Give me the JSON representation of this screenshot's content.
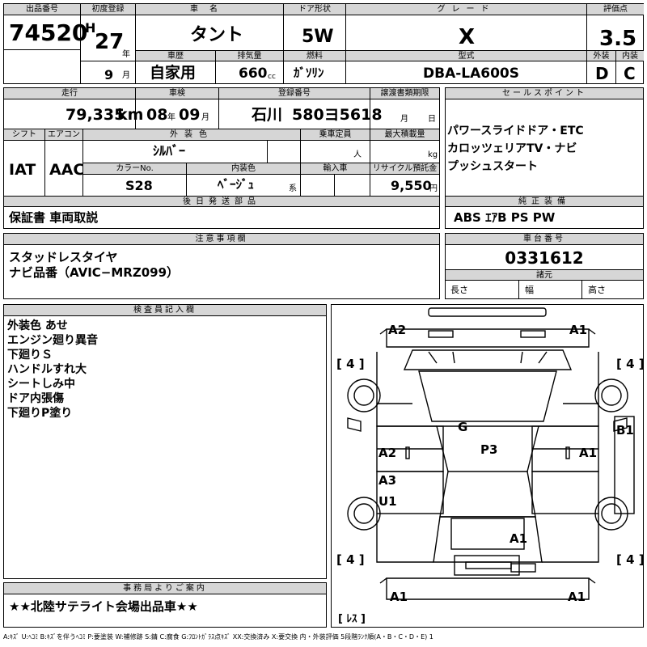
{
  "listing": {
    "lot_number_label": "出品番号",
    "lot_number": "74520",
    "first_reg_label": "初度登録",
    "era": "H",
    "first_reg_year": "27",
    "year_unit": "年",
    "first_reg_month": "9",
    "month_unit": "月",
    "car_name_label": "車名",
    "car_name": "タント",
    "history_label": "車歴",
    "history": "自家用",
    "displacement_label": "排気量",
    "displacement": "660",
    "displacement_unit": "cc",
    "door_label": "ドア形状",
    "door": "5W",
    "fuel_label": "燃料",
    "fuel": "ｶﾞｿﾘﾝ",
    "grade_label": "グレード",
    "grade": "X",
    "model_label": "型式",
    "model": "DBA-LA600S",
    "score_label": "評価点",
    "score": "3.5",
    "exterior_label": "外装",
    "exterior": "D",
    "interior_label": "内装",
    "interior": "C"
  },
  "row2": {
    "mileage_label": "走行",
    "mileage": "79,335",
    "mileage_unit": "km",
    "inspection_label": "車検",
    "inspection_year": "08",
    "inspection_month": "09",
    "inspection_year_unit": "年",
    "inspection_month_unit": "月",
    "plate_label": "登録番号",
    "plate_region": "石川",
    "plate_number": "580ヨ5618",
    "transfer_label": "譲渡書類期限",
    "transfer_month_unit": "月",
    "transfer_day_unit": "日",
    "shift_label": "シフト",
    "shift": "IAT",
    "ac_label": "エアコン",
    "ac": "AAC",
    "ext_color_label": "外装色",
    "ext_color": "ｼﾙﾊﾞｰ",
    "capacity_label": "乗車定員",
    "capacity_unit": "人",
    "max_load_label": "最大積載量",
    "max_load_unit": "kg",
    "color_no_label": "カラーNo.",
    "color_no": "S28",
    "int_color_label": "内装色",
    "int_color": "ﾍﾞｰｼﾞｭ",
    "int_color_suffix": "系",
    "import_label": "輸入車",
    "recycle_label": "リサイクル預託金",
    "recycle": "9,550",
    "recycle_unit": "円"
  },
  "sales_points": {
    "label": "セールスポイント",
    "lines": [
      "パワースライドドア・ETC",
      "カロッツェリアTV・ナビ",
      "プッシュスタート"
    ]
  },
  "shipped_parts": {
    "label": "後日発送部品",
    "text": "保証書 車両取説"
  },
  "equipment": {
    "label": "純正装備",
    "text": "ABS ｴｱB PS PW"
  },
  "notes": {
    "label": "注意事項欄",
    "lines": [
      "スタッドレスタイヤ",
      "ナビ品番（AVIC−MRZ099）"
    ]
  },
  "chassis": {
    "label": "車台番号",
    "number": "0331612",
    "dims_label": "諸元",
    "length_label": "長さ",
    "width_label": "幅",
    "height_label": "高さ"
  },
  "inspector": {
    "label": "検査員記入欄",
    "lines": [
      "外装色 あせ",
      "エンジン廻り異音",
      "下廻りＳ",
      "ハンドルすれ大",
      "シートしみ中",
      "ドア内張傷",
      "下廻りP塗り"
    ]
  },
  "office": {
    "label": "事務局よりご案内",
    "text": "★★北陸サテライト会場出品車★★"
  },
  "diagram": {
    "marks": {
      "top_left": "A2",
      "top_right": "A1",
      "mid_g": "G",
      "left_door": "A2",
      "center": "P3",
      "right_door": "A1",
      "right_edge": "B1",
      "left_rear_a": "A3",
      "left_rear_u": "U1",
      "rear_center": "A1",
      "bottom_left": "A1",
      "bottom_right": "A1"
    },
    "tire_tl": "[ 4 ]",
    "tire_tr": "[ 4 ]",
    "tire_bl": "[ 4 ]",
    "tire_br": "[ 4 ]",
    "spare": "[ ﾚｽ ]"
  },
  "legend": "A:ｷｽﾞ U:ﾍｺﾐ B:ｷｽﾞを伴うﾍｺﾐ P:要塗装 W:補修跡 S:錆 C:腐食 G:ﾌﾛﾝﾄｶﾞﾗｽ点ｷｽﾞ XX:交換済み X:要交換 内・外装評価 5段階ﾗﾝｸ順(A・B・C・D・E) 1"
}
